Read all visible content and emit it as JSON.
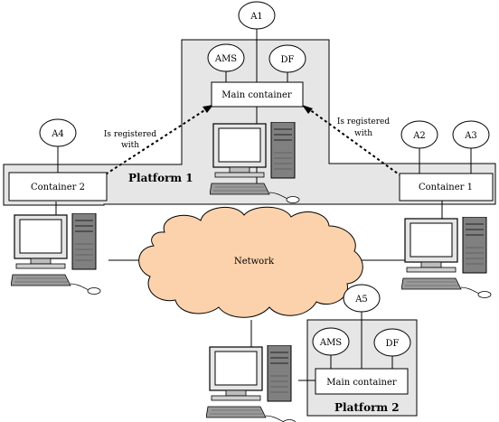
{
  "agents": {
    "a1": "A1",
    "a2": "A2",
    "a3": "A3",
    "a4": "A4",
    "a5": "A5",
    "ams_top": "AMS",
    "df_top": "DF",
    "ams_bottom": "AMS",
    "df_bottom": "DF"
  },
  "containers": {
    "main_top": "Main container",
    "container1": "Container 1",
    "container2": "Container 2",
    "main_bottom": "Main container"
  },
  "platforms": {
    "platform1": "Platform 1",
    "platform2": "Platform 2"
  },
  "network": "Network",
  "registered_left": [
    "Is registered",
    "with"
  ],
  "registered_right": [
    "Is registered",
    "with"
  ]
}
